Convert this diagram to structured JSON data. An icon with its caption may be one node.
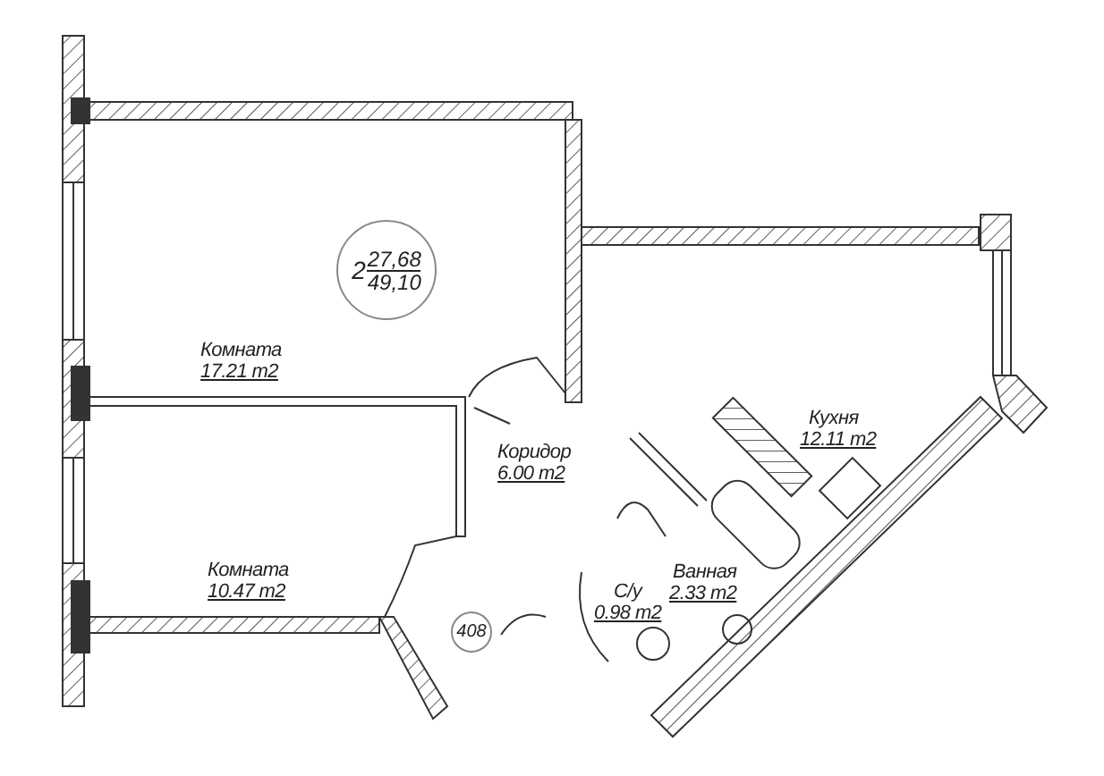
{
  "diagram": {
    "nodes": [
      {
        "text": [
          "2",
          "27,68",
          "49,10"
        ]
      },
      {
        "text": [
          "408"
        ]
      }
    ],
    "labels": [
      "Комната",
      "17.21 m2",
      "Кухня",
      "12.11 m2",
      "Коридор",
      "6.00 m2",
      "Комната",
      "10.47 m2",
      "Ванная",
      "2.33 m2",
      "С/у",
      "0.98 m2"
    ]
  }
}
